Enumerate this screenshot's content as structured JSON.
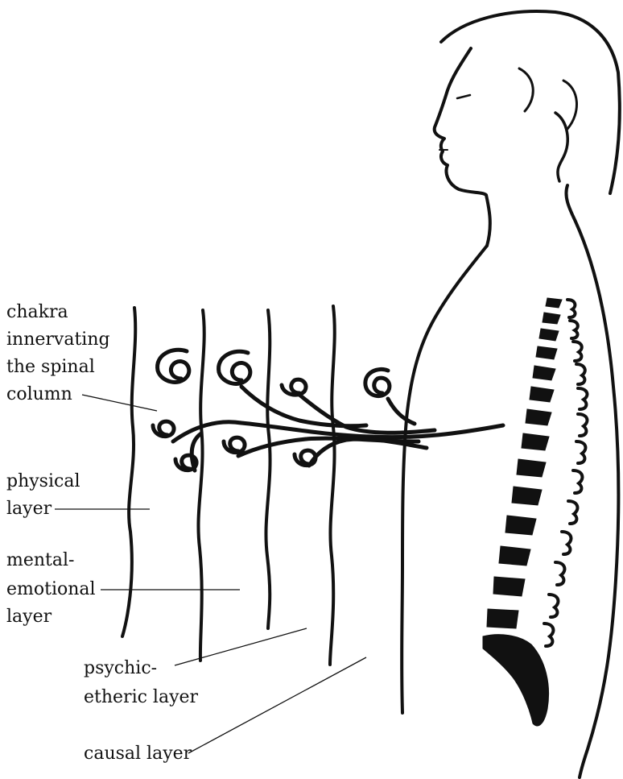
{
  "labels": {
    "chakra": [
      "chakra",
      "innervating",
      "the spinal",
      "column"
    ],
    "physical": [
      "physical",
      "layer"
    ],
    "mental": [
      "mental-",
      "emotional",
      "layer"
    ],
    "psychic": [
      "psychic-",
      "etheric layer"
    ],
    "causal": [
      "causal layer"
    ]
  },
  "colors": {
    "ink": "#111111",
    "background": "#ffffff"
  }
}
